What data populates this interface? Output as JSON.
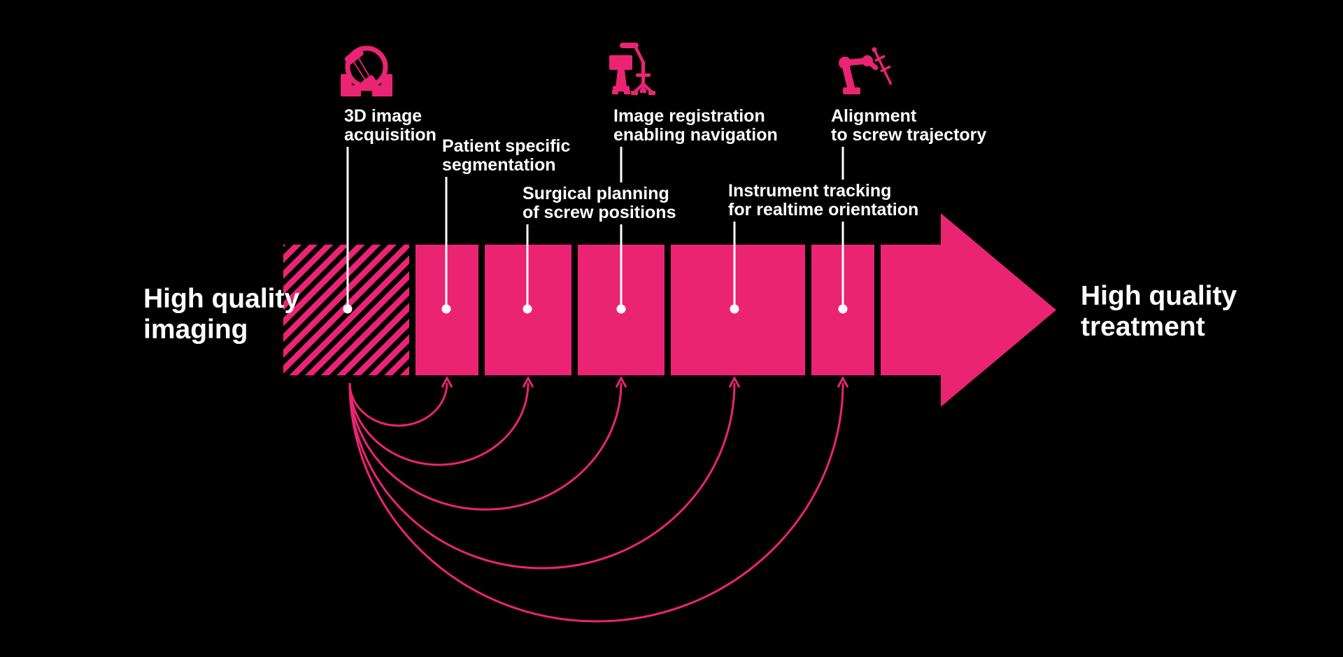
{
  "colors": {
    "background": "#000000",
    "accent": "#EA2472",
    "text": "#FFFFFF"
  },
  "flow": {
    "start_label": "High quality\nimaging",
    "end_label": "High quality\ntreatment",
    "steps": [
      {
        "label": "3D image\nacquisition",
        "icon": "imaging-ring-icon"
      },
      {
        "label": "Patient specific\nsegmentation",
        "icon": ""
      },
      {
        "label": "Surgical planning\nof screw positions",
        "icon": ""
      },
      {
        "label": "Image registration\nenabling navigation",
        "icon": "navigation-camera-icon"
      },
      {
        "label": "Instrument tracking\nfor realtime orientation",
        "icon": ""
      },
      {
        "label": "Alignment\nto screw trajectory",
        "icon": "robot-arm-icon"
      }
    ],
    "feedback_loops_count": 5
  }
}
